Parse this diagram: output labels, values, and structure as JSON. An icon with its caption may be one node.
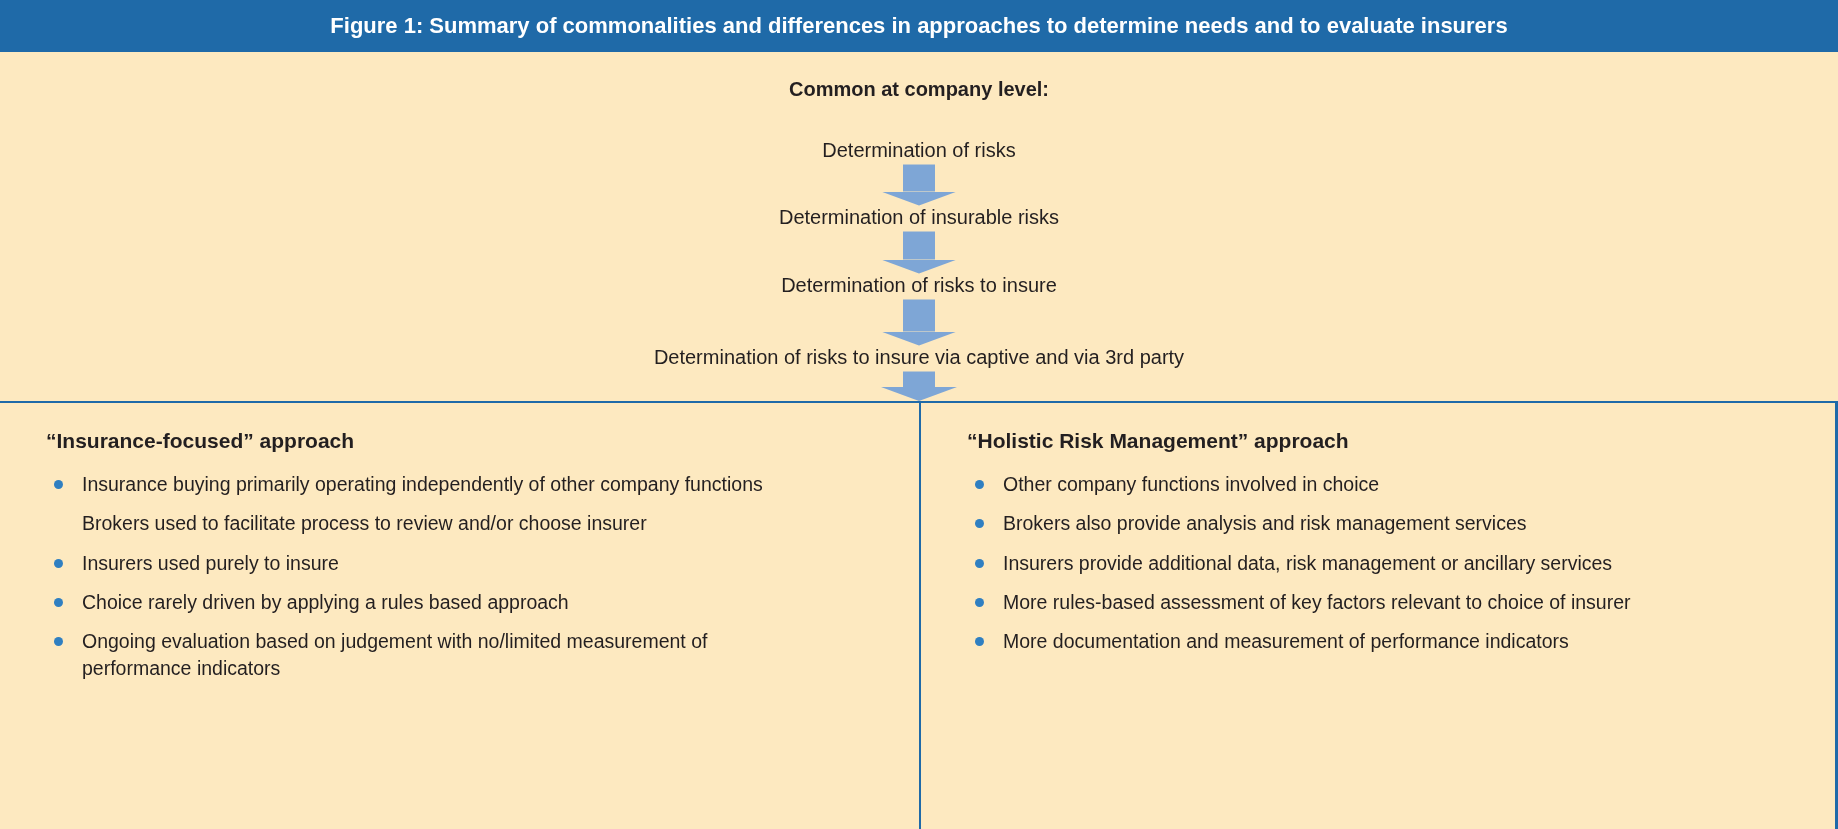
{
  "diagram": {
    "title": "Figure 1: Summary of commonalities and differences in approaches to determine needs and to evaluate insurers",
    "nodes": [
      {
        "text": [
          "Common at company level:"
        ]
      },
      {
        "text": [
          "Determination of risks"
        ],
        "in": 0
      },
      {
        "text": [
          "Determination of insurable risks"
        ],
        "in": 0
      },
      {
        "text": [
          "Determination of risks to insure"
        ],
        "in": 0
      },
      {
        "text": [
          "Determination of risks to insure via captive and via 3rd party"
        ],
        "in": 0
      },
      {
        "text": [
          "“Insurance-focused” approach",
          "Insurance buying primarily operating independently of other company functions",
          "Brokers used to facilitate process to review and/or choose insurer",
          "Insurers used purely to insure",
          "Choice rarely driven by applying a rules based approach",
          "Ongoing evaluation based on judgement with no/limited measurement of performance indicators"
        ]
      },
      {
        "text": [
          "“Holistic Risk Management” approach",
          "Other company functions involved in choice",
          "Brokers also provide analysis and risk management services",
          "Insurers provide additional data, risk management or ancillary services",
          "More rules-based assessment of key factors relevant to choice of insurer",
          "More documentation and measurement of performance indicators"
        ]
      }
    ],
    "edges": [
      {
        "from": 1,
        "to": 2,
        "arrow": "to"
      },
      {
        "from": 2,
        "to": 3,
        "arrow": "to"
      },
      {
        "from": 3,
        "to": 4,
        "arrow": "to"
      },
      {
        "from": 4,
        "to": 5,
        "arrow": "to"
      },
      {
        "from": 4,
        "to": 6,
        "arrow": "to"
      }
    ]
  }
}
